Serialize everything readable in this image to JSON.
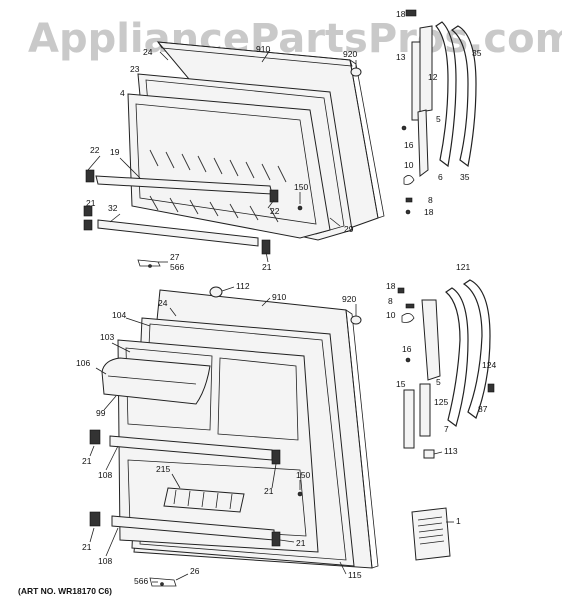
{
  "watermark": "AppliancePartsPros.com",
  "art_number": "(ART NO. WR18170 C6)",
  "top": {
    "labels": {
      "l18": "18",
      "l24": "24",
      "l910": "910",
      "l920": "920",
      "l13": "13",
      "l12": "12",
      "l35a": "35",
      "l23": "23",
      "l4": "4",
      "l5": "5",
      "l22a": "22",
      "l19": "19",
      "l16": "16",
      "l6": "6",
      "l35b": "35",
      "l10": "10",
      "l150": "150",
      "l8": "8",
      "l18b": "18",
      "l21a": "21",
      "l32": "32",
      "l22b": "22",
      "l29": "29",
      "l27": "27",
      "l566": "566",
      "l21b": "21"
    }
  },
  "bottom": {
    "labels": {
      "l112": "112",
      "l24": "24",
      "l910": "910",
      "l920": "920",
      "l18": "18",
      "l121": "121",
      "l104": "104",
      "l8": "8",
      "l10": "10",
      "l103": "103",
      "l106": "106",
      "l16": "16",
      "l124": "124",
      "l15": "15",
      "l5": "5",
      "l125": "125",
      "l87": "87",
      "l99": "99",
      "l7": "7",
      "l21a": "21",
      "l113": "113",
      "l108a": "108",
      "l215": "215",
      "l150": "150",
      "l21b": "21",
      "l1": "1",
      "l21c": "21",
      "l108b": "108",
      "l21d": "21",
      "l115": "115",
      "l566": "566",
      "l26": "26"
    }
  }
}
